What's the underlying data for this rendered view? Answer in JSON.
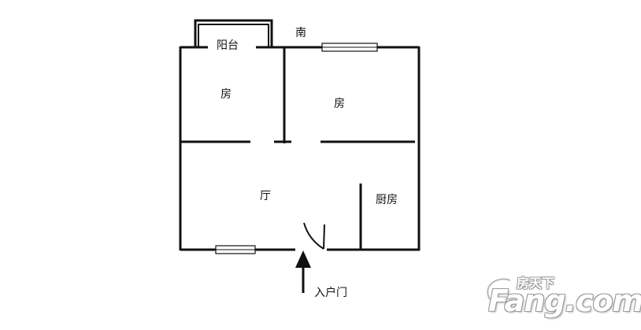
{
  "plan": {
    "orientation_label": "南",
    "rooms": {
      "balcony": "阳台",
      "bedroom_left": "房",
      "bedroom_right": "房",
      "living_room": "厅",
      "kitchen": "厨房"
    },
    "entrance_label": "入户门"
  },
  "watermark": {
    "cn": "房天下",
    "brand": "Fang.com"
  },
  "colors": {
    "wall": "#111111",
    "window_fill": "#ffffff",
    "watermark_outline": "#9a9a9a"
  }
}
